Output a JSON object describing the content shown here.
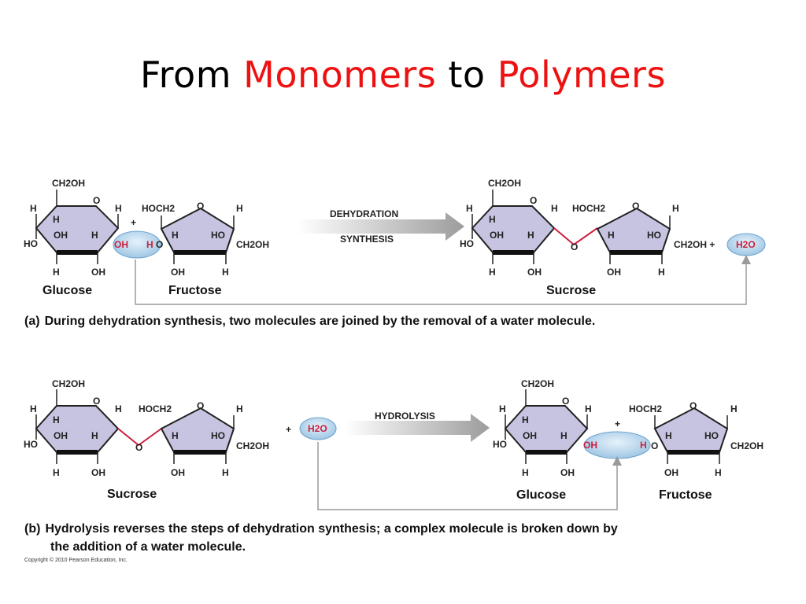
{
  "slide": {
    "title_part1": "From ",
    "title_part2": "Monomers",
    "title_part3": " to ",
    "title_part4": "Polymers",
    "copyright": "Copyright © 2010 Pearson Education, Inc."
  },
  "chem": {
    "ch2oh": "CH2OH",
    "hoch2": "HOCH2",
    "h": "H",
    "o": "O",
    "oh": "OH",
    "ho": "HO",
    "plus": "+",
    "ch2oh_plus": "CH2OH +",
    "water": "H2O"
  },
  "panel_a": {
    "arrow_top": "DEHYDRATION",
    "arrow_bottom": "SYNTHESIS",
    "glucose": "Glucose",
    "fructose": "Fructose",
    "sucrose": "Sucrose",
    "caption_letter": "(a)",
    "caption": "During dehydration synthesis, two molecules are joined by the removal of a water molecule."
  },
  "panel_b": {
    "arrow_top": "HYDROLYSIS",
    "sucrose": "Sucrose",
    "glucose": "Glucose",
    "fructose": "Fructose",
    "caption_letter": "(b)",
    "caption_line1": "Hydrolysis reverses the steps of dehydration synthesis; a complex molecule is broken down by",
    "caption_line2": "the addition of a water molecule."
  },
  "colors": {
    "ring_fill": "#c7c4e2",
    "bond_red": "#cc1f3f",
    "water_oval": "#bcd9ef",
    "connector": "#9a9a9a"
  }
}
